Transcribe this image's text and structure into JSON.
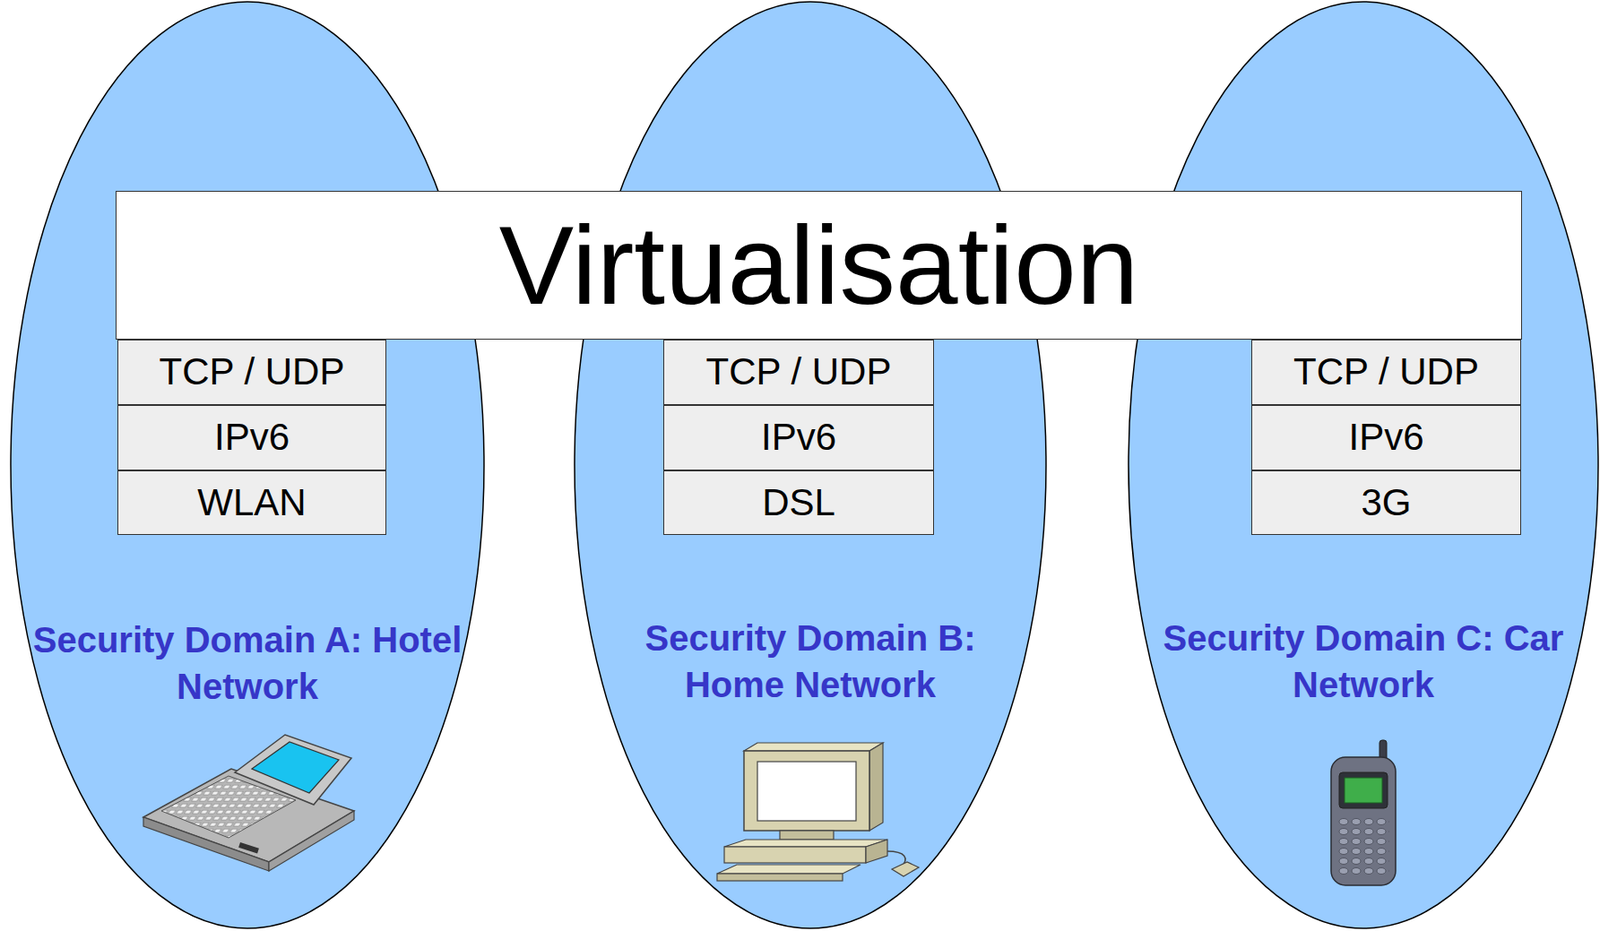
{
  "diagram": {
    "nodes": [
      {
        "text": [
          "Security Domain A: Hotel Network"
        ]
      },
      {
        "text": [
          "Security Domain B: Home Network"
        ]
      },
      {
        "text": [
          "Security Domain C: Car Network"
        ]
      },
      {
        "text": [
          "Virtualisation"
        ]
      },
      {
        "text": [
          "TCP / UDP"
        ],
        "in": 0
      },
      {
        "text": [
          "IPv6"
        ],
        "in": 0
      },
      {
        "text": [
          "WLAN"
        ],
        "in": 0
      },
      {
        "text": [
          "TCP / UDP"
        ],
        "in": 1
      },
      {
        "text": [
          "IPv6"
        ],
        "in": 1
      },
      {
        "text": [
          "DSL"
        ],
        "in": 1
      },
      {
        "text": [
          "TCP / UDP"
        ],
        "in": 2
      },
      {
        "text": [
          "IPv6"
        ],
        "in": 2
      },
      {
        "text": [
          "3G"
        ],
        "in": 2
      }
    ]
  }
}
